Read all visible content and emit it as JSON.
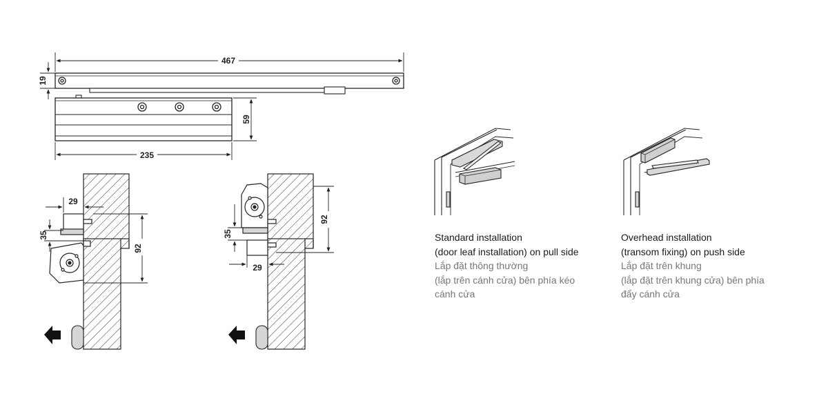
{
  "dimensions": {
    "rail_length": "467",
    "rail_height": "19",
    "body_length": "235",
    "body_height": "59",
    "left_offset": "29",
    "left_gap": "35",
    "left_frame": "92",
    "right_gap": "35",
    "right_frame": "92",
    "right_offset": "29"
  },
  "captions": {
    "standard": {
      "en_line1": "Standard installation",
      "en_line2": "(door leaf installation) on pull side",
      "vi_line1": "Lắp đặt thông thường",
      "vi_line2": "(lắp trên cánh cửa) bên phía kéo",
      "vi_line3": "cánh cửa"
    },
    "overhead": {
      "en_line1": "Overhead installation",
      "en_line2": "(transom fixing) on push side",
      "vi_line1": "Lắp đặt trên khung",
      "vi_line2": "(lắp đặt trên khung cửa) bên phía",
      "vi_line3": "đẩy cánh cửa"
    }
  },
  "colors": {
    "line": "#222222",
    "caption_en": "#1a1a1a",
    "caption_vi": "#777777",
    "fill_grey": "#d6d6d6"
  }
}
